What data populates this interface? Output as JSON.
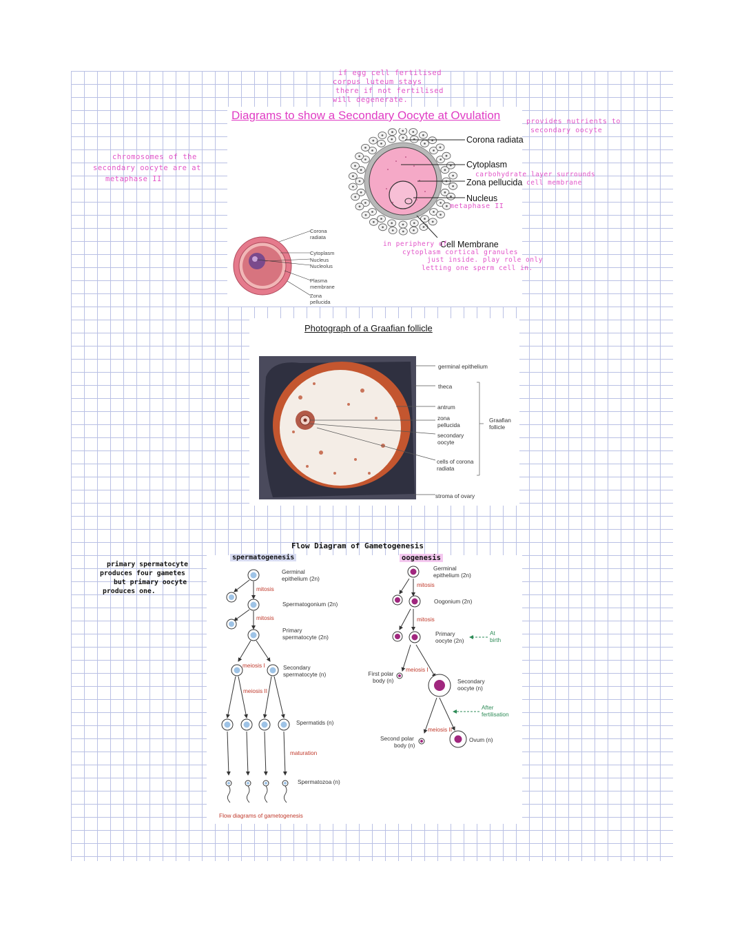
{
  "top_note": [
    "if egg cell fertilised",
    "corpus luteum stays",
    "there if not fertilised",
    "will degenerate."
  ],
  "oocyte_section": {
    "title": "Diagrams to show a Secondary Oocyte at Ovulation",
    "big_labels": {
      "corona": "Corona radiata",
      "cytoplasm": "Cytoplasm",
      "zona": "Zona pellucida",
      "nucleus": "Nucleus",
      "membrane": "Cell Membrane"
    },
    "small_labels": {
      "corona": [
        "Corona",
        "radiata"
      ],
      "cytoplasm": "Cytoplasm",
      "nucleus": "Nucleus",
      "nucleolus": "Nucleolus",
      "membrane": [
        "Plasma",
        "membrane"
      ],
      "zona": [
        "Zona",
        "pellucida"
      ]
    }
  },
  "notes": {
    "chromosomes": [
      "chromosomes of the",
      "secondary oocyte are at",
      "metaphase II"
    ],
    "nutrients": [
      "provides nutrients to",
      "secondary oocyte"
    ],
    "carbohydrate": [
      "carbohydrate layer surrounds",
      "cell membrane"
    ],
    "metaphase": "metaphase II",
    "periphery": [
      "in periphery of",
      "cytoplasm cortical granules",
      "just inside. play role only",
      "letting one sperm cell in."
    ],
    "gametes": [
      "primary spermatocyte",
      "produces four gametes",
      "but primary oocyte",
      "produces one."
    ]
  },
  "follicle_section": {
    "title": "Photograph of a Graafian follicle",
    "labels": {
      "germinal": "germinal epithelium",
      "theca": "theca",
      "antrum": "antrum",
      "zona": [
        "zona",
        "pellucida"
      ],
      "oocyte": [
        "secondary",
        "oocyte"
      ],
      "corona": [
        "cells of corona",
        "radiata"
      ],
      "stroma": "stroma of ovary",
      "graafian": [
        "Graafian",
        "follicle"
      ]
    }
  },
  "flow_section": {
    "title": "Flow Diagram of Gametogenesis",
    "spermatogenesis": "spermatogenesis",
    "oogenesis": "oogenesis",
    "sperm_labels": {
      "germinal": [
        "Germinal",
        "epithelium (2n)"
      ],
      "mitosis1": "mitosis",
      "spermatogonium": "Spermatogonium (2n)",
      "mitosis2": "mitosis",
      "primary": [
        "Primary",
        "spermatocyte (2n)"
      ],
      "meiosis1": "meiosis I",
      "secondary": [
        "Secondary",
        "spermatocyte (n)"
      ],
      "meiosis2": "meiosis II",
      "spermatids": "Spermatids (n)",
      "maturation": "maturation",
      "spermatozoa": "Spermatozoa (n)"
    },
    "oo_labels": {
      "germinal": [
        "Germinal",
        "epithelium (2n)"
      ],
      "mitosis1": "mitosis",
      "oogonium": "Oogonium (2n)",
      "mitosis2": "mitosis",
      "primary": [
        "Primary",
        "oocyte (2n)"
      ],
      "at_birth": [
        "At",
        "birth"
      ],
      "first_polar": [
        "First polar",
        "body (n)"
      ],
      "meiosis1": "meiosis I",
      "secondary": [
        "Secondary",
        "oocyte (n)"
      ],
      "after_fert": [
        "After",
        "fertilisation"
      ],
      "meiosis2": "meiosis II",
      "second_polar": [
        "Second polar",
        "body (n)"
      ],
      "ovum": "Ovum (n)"
    },
    "caption": "Flow diagrams of gametogenesis"
  }
}
